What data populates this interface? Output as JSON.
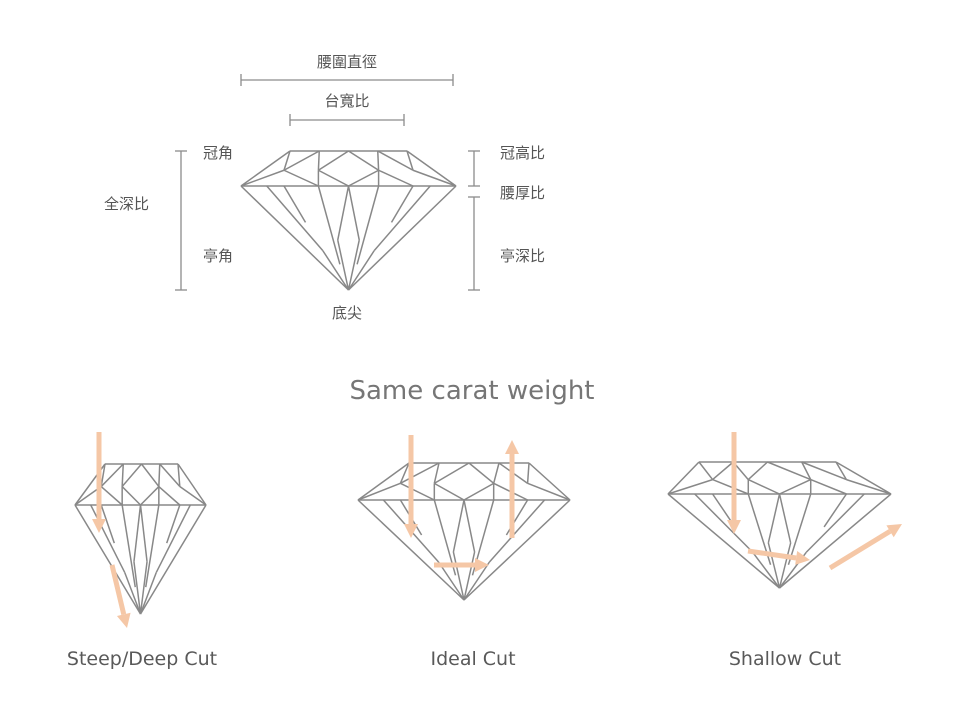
{
  "colors": {
    "outline": "#888888",
    "dimension": "#8c8c8c",
    "light_ray": "#f5c7a6",
    "text": "#555555"
  },
  "anatomy": {
    "girdle_diameter": "腰圍直徑",
    "table_ratio": "台寬比",
    "crown_angle": "冠角",
    "crown_height_ratio": "冠高比",
    "girdle_thickness_ratio": "腰厚比",
    "total_depth_ratio": "全深比",
    "pavilion_angle": "亭角",
    "pavilion_depth_ratio": "亭深比",
    "culet": "底尖"
  },
  "comparison": {
    "title": "Same carat weight",
    "cuts": [
      {
        "label": "Steep/Deep Cut"
      },
      {
        "label": "Ideal Cut"
      },
      {
        "label": "Shallow Cut"
      }
    ]
  }
}
